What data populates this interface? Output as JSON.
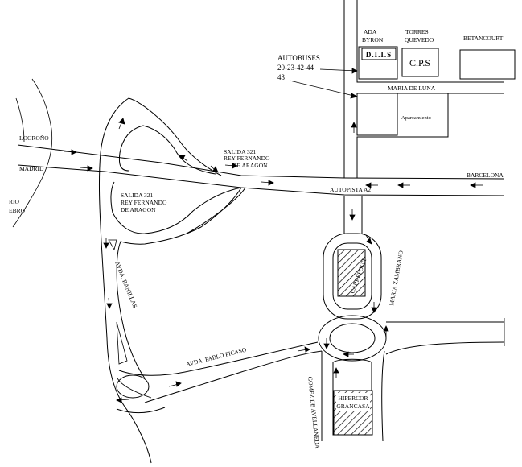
{
  "labels": {
    "logrono": "LOGROÑO",
    "madrid": "MADRID",
    "rio": "RIO",
    "ebro": "EBRO",
    "salida_top_1": "SALIDA 321",
    "salida_top_2": "REY FERNANDO",
    "salida_top_3": "DE ARAGON",
    "salida_left_1": "SALIDA 321",
    "salida_left_2": "REY FERNANDO",
    "salida_left_3": "DE ARAGON",
    "autopista": "AUTOPISTA A2",
    "barcelona": "BARCELONA",
    "avda_ranillas": "AVDA. RANILLAS",
    "avda_pablo_picaso": "AVDA. PABLO PICASO",
    "maria_zambrano": "MARIA ZAMBRANO",
    "gomez_de_avellaneda": "GOMEZ DE AVELLANEDA",
    "maria_de_luna": "MARIA DE LUNA",
    "aparcamiento": "Aparcamiento",
    "autobuses_1": "AUTOBUSES",
    "autobuses_2": "20-23-42-44",
    "autobuses_3": "43"
  },
  "buildings": {
    "ada_byron_1": "ADA",
    "ada_byron_2": "BYRON",
    "diis": "D.I.I.S",
    "torres_quevedo_1": "TORRES",
    "torres_quevedo_2": "QUEVEDO",
    "cps": "C.P.S",
    "betancourt": "BETANCOURT",
    "carrefour": "CARREFOUR",
    "hipercor_1": "HIPERCOR",
    "hipercor_2": "GRANCASA"
  },
  "colors": {
    "ink": "#000000",
    "paper": "#ffffff"
  }
}
